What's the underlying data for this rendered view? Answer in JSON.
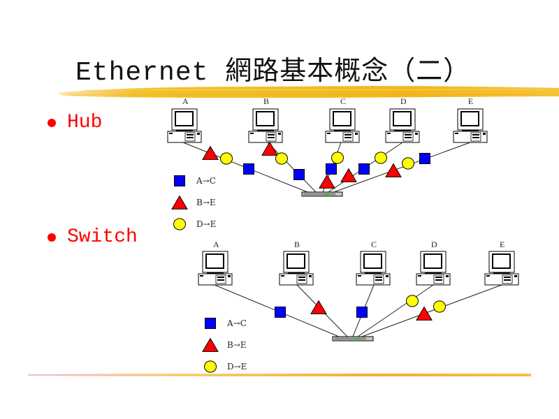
{
  "slide": {
    "title": "Ethernet 網路基本概念（二）",
    "accent_color": "#f5c02a"
  },
  "bullets": [
    {
      "label": "Hub"
    },
    {
      "label": "Switch"
    }
  ],
  "colors": {
    "square": "#0000ff",
    "triangle": "#ff0000",
    "circle": "#ffff00",
    "bullet": "#ff0000"
  },
  "diagrams": [
    {
      "name": "hub",
      "hosts": [
        "A",
        "B",
        "C",
        "D",
        "E"
      ],
      "legend": [
        {
          "shape": "square",
          "text": "A→C"
        },
        {
          "shape": "triangle",
          "text": "B→E"
        },
        {
          "shape": "circle",
          "text": "D→E"
        }
      ]
    },
    {
      "name": "switch",
      "hosts": [
        "A",
        "B",
        "C",
        "D",
        "E"
      ],
      "legend": [
        {
          "shape": "square",
          "text": "A→C"
        },
        {
          "shape": "triangle",
          "text": "B→E"
        },
        {
          "shape": "circle",
          "text": "D→E"
        }
      ]
    }
  ]
}
